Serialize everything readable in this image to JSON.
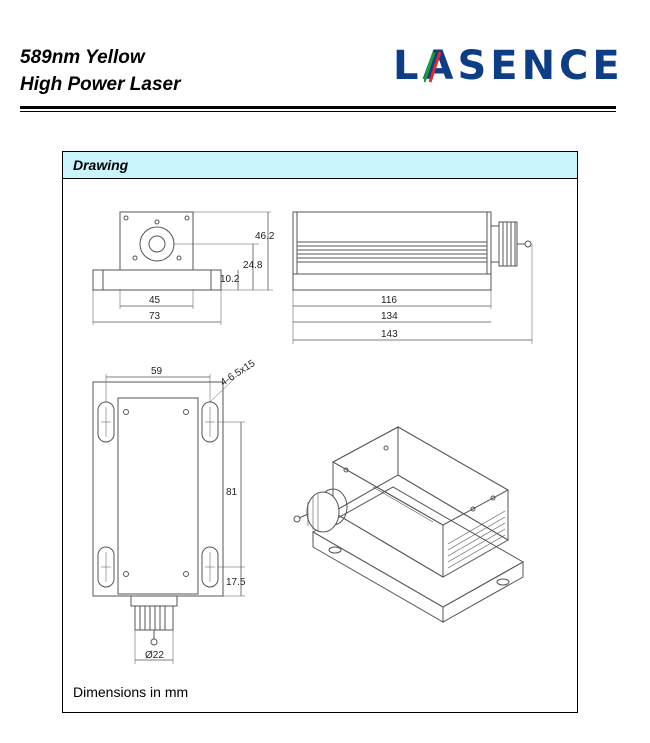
{
  "header": {
    "title_line1": "589nm Yellow",
    "title_line2": "High Power Laser",
    "logo_text": "LASENCE",
    "logo_color": "#0d3e85"
  },
  "drawing_box": {
    "heading": "Drawing",
    "heading_bg": "#c9f4fb",
    "footnote": "Dimensions in mm",
    "dimensions": {
      "front_height_total": "46.2",
      "front_axis_height": "24.8",
      "front_base_height": "10.2",
      "front_body_width": "45",
      "front_base_width": "73",
      "side_body_length": "116",
      "side_base_length": "134",
      "side_total_length": "143",
      "top_hole_spacing_width": "59",
      "top_holes": "4-6.5x15",
      "top_hole_spacing_length": "81",
      "top_hole_offset": "17.5",
      "knob_diameter": "Ø22"
    }
  }
}
